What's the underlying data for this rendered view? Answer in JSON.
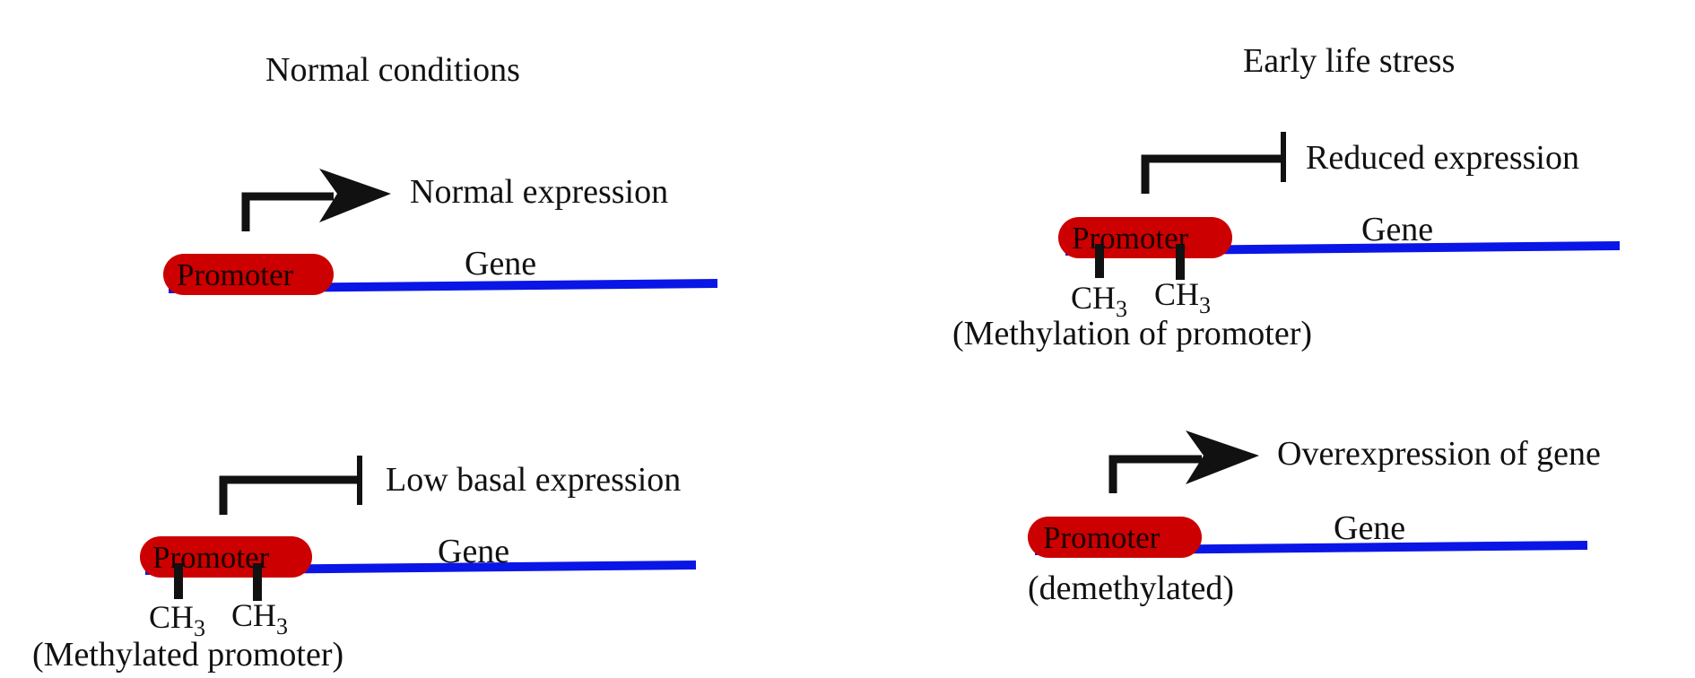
{
  "colors": {
    "gene_line": "#0a16e6",
    "promoter": "#cc0000",
    "arrow": "#111111"
  },
  "panels": {
    "normal_header": "Normal conditions",
    "stress_header": "Early life stress"
  },
  "normal_expression": {
    "promoter": "Promoter",
    "gene": "Gene",
    "outcome": "Normal expression"
  },
  "low_basal": {
    "promoter": "Promoter",
    "gene": "Gene",
    "outcome": "Low basal expression",
    "methyl_1": "CH",
    "methyl_1_sub": "3",
    "methyl_2": "CH",
    "methyl_2_sub": "3",
    "note": "(Methylated promoter)"
  },
  "reduced": {
    "promoter": "Promoter",
    "gene": "Gene",
    "outcome": "Reduced expression",
    "methyl_1": "CH",
    "methyl_1_sub": "3",
    "methyl_2": "CH",
    "methyl_2_sub": "3",
    "note": "(Methylation of promoter)"
  },
  "overexpression": {
    "promoter": "Promoter",
    "gene": "Gene",
    "outcome": "Overexpression of gene",
    "note": "(demethylated)"
  }
}
